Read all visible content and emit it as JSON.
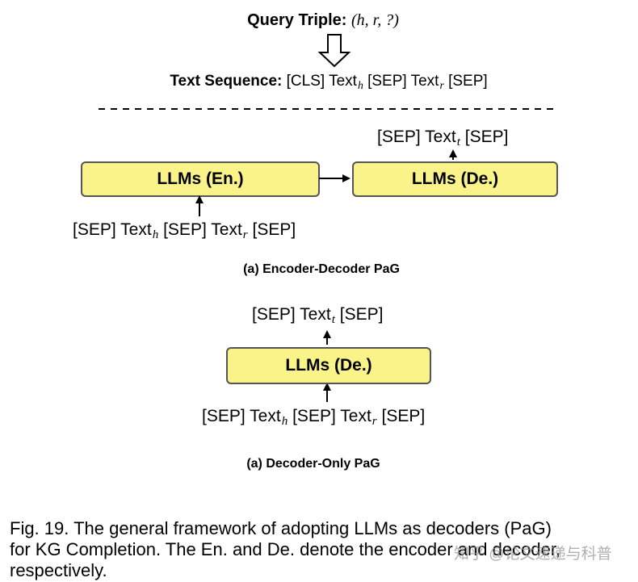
{
  "query": {
    "label": "Query Triple:",
    "value": "(h, r, ?)"
  },
  "text_sequence": {
    "label": "Text Sequence:",
    "cls": "[CLS]",
    "text": "Text",
    "sub_h": "h",
    "sep": "[SEP]",
    "sub_r": "r"
  },
  "encoder_decoder": {
    "encoder_label": "LLMs (En.)",
    "decoder_label": "LLMs (De.)",
    "output": {
      "sep": "[SEP]",
      "text": "Text",
      "sub_t": "t"
    },
    "input": {
      "sep": "[SEP]",
      "text": "Text",
      "sub_h": "h",
      "sub_r": "r"
    },
    "caption": "(a) Encoder-Decoder PaG"
  },
  "decoder_only": {
    "decoder_label": "LLMs (De.)",
    "output": {
      "sep": "[SEP]",
      "text": "Text",
      "sub_t": "t"
    },
    "input": {
      "sep": "[SEP]",
      "text": "Text",
      "sub_h": "h",
      "sub_r": "r"
    },
    "caption": "(a) Decoder-Only PaG"
  },
  "figure_caption": {
    "line1": "Fig. 19. The general framework of adopting LLMs as decoders (PaG)",
    "line2": "for KG Completion. The En. and De. denote the encoder and decoder,",
    "line3": "respectively."
  },
  "watermark": "知乎 @论文速递与科普"
}
